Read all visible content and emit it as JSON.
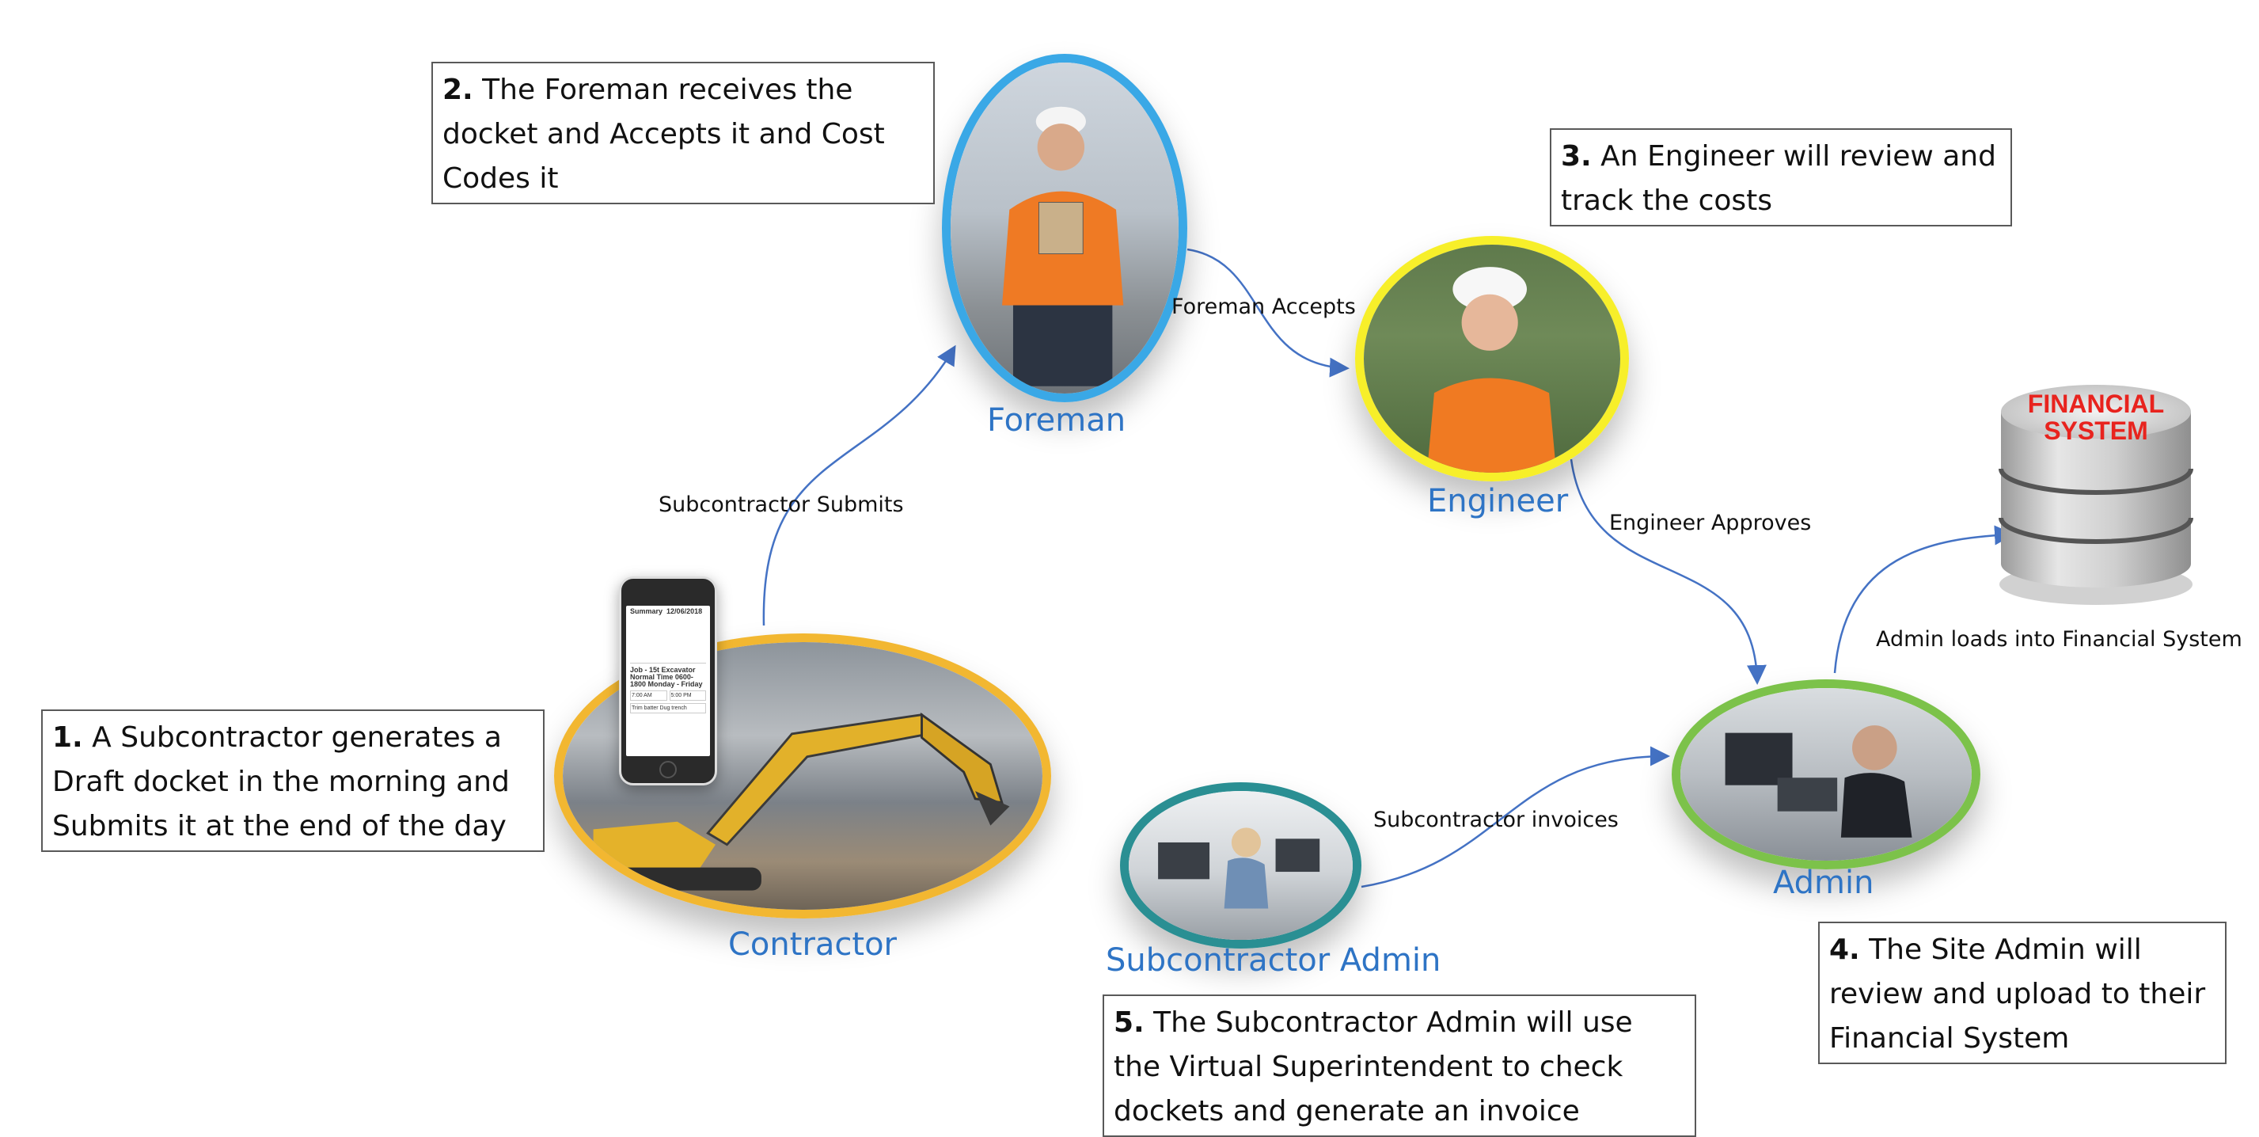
{
  "callouts": [
    {
      "num": "1.",
      "text": " A Subcontractor generates a Draft docket in the morning and Submits it at the end of the day"
    },
    {
      "num": "2.",
      "text": " The Foreman receives the docket and Accepts it and Cost Codes it"
    },
    {
      "num": "3.",
      "text": " An Engineer will review and track the costs"
    },
    {
      "num": "4.",
      "text": " The Site Admin will review and upload to their Financial System"
    },
    {
      "num": "5.",
      "text": " The Subcontractor Admin will use the Virtual Superintendent to check dockets and generate an invoice"
    }
  ],
  "roles": {
    "contractor": "Contractor",
    "foreman": "Foreman",
    "engineer": "Engineer",
    "admin": "Admin",
    "subcontractor_admin": "Subcontractor Admin"
  },
  "edges": {
    "subcontractor_submits": "Subcontractor  Submits",
    "foreman_accepts": "Foreman Accepts",
    "engineer_approves": "Engineer Approves",
    "admin_loads": "Admin loads into Financial System",
    "subcontractor_invoices": "Subcontractor  invoices"
  },
  "database": {
    "line1": "FINANCIAL",
    "line2": "SYSTEM"
  },
  "phone": {
    "title": "Summary",
    "date": "12/06/2018",
    "job": "Job - 15t Excavator Normal Time 0600-1800 Monday - Friday",
    "start": "7:00 AM",
    "finish": "5:00 PM",
    "notes": "Trim batter Dug trench"
  },
  "colors": {
    "contractor_ring": "#f2b731",
    "foreman_ring": "#3aa8e6",
    "engineer_ring": "#f7ef2a",
    "admin_ring": "#7cc24a",
    "subadmin_ring": "#2a8f93",
    "label_blue": "#2e74c5",
    "arrow_blue": "#4472c4",
    "db_red": "#e8231e"
  }
}
